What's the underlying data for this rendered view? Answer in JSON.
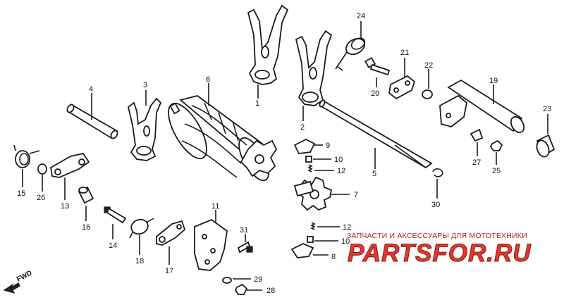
{
  "labels": {
    "l1": "1",
    "l2": "2",
    "l3": "3",
    "l4": "4",
    "l5": "5",
    "l6": "6",
    "l7": "7",
    "l8": "8",
    "l9": "9",
    "l10a": "10",
    "l10b": "10",
    "l11": "11",
    "l12a": "12",
    "l12b": "12",
    "l13": "13",
    "l14": "14",
    "l15": "15",
    "l16": "16",
    "l17": "17",
    "l18": "18",
    "l19": "19",
    "l20": "20",
    "l21": "21",
    "l22": "22",
    "l23": "23",
    "l24": "24",
    "l25": "25",
    "l26": "26",
    "l27": "27",
    "l28": "28",
    "l29": "29",
    "l30": "30",
    "l31": "31"
  },
  "watermark": {
    "subtitle": "ЗАПЧАСТИ И АКСЕССУАРЫ ДЛЯ МОТОТЕХНИКИ",
    "brand": "PARTSFOR.RU"
  },
  "direction": {
    "label": "FWD"
  }
}
